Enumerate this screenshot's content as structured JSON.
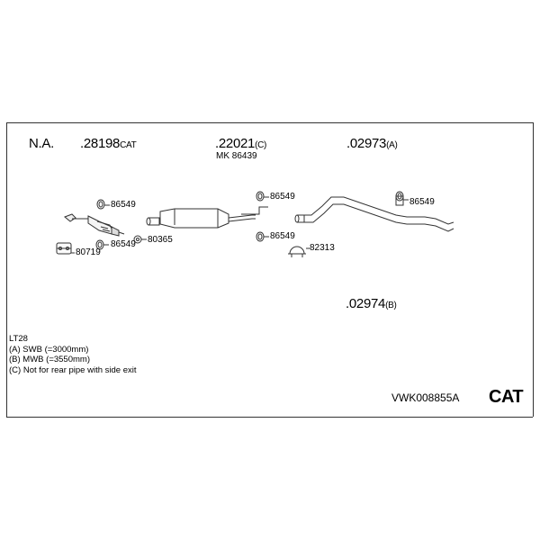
{
  "header": {
    "na_label": "N.A.",
    "part_28198": ".28198",
    "part_28198_suffix": "CAT",
    "part_22021": ".22021",
    "part_22021_suffix": "(C)",
    "mk_label": "MK 86439",
    "part_02973": ".02973",
    "part_02973_suffix": "(A)",
    "part_02974": ".02974",
    "part_02974_suffix": "(B)"
  },
  "callouts": {
    "c1": "86549",
    "c2": "86549",
    "c3": "80719",
    "c4": "80365",
    "c5": "86549",
    "c6": "86549",
    "c7": "82313",
    "c8": "86549"
  },
  "notes": {
    "model": "LT28",
    "a": "(A) SWB (=3000mm)",
    "b": "(B) MWB (=3550mm)",
    "c": "(C) Not for rear pipe with side exit"
  },
  "footer": {
    "code": "VWK008855A",
    "badge": "CAT"
  }
}
